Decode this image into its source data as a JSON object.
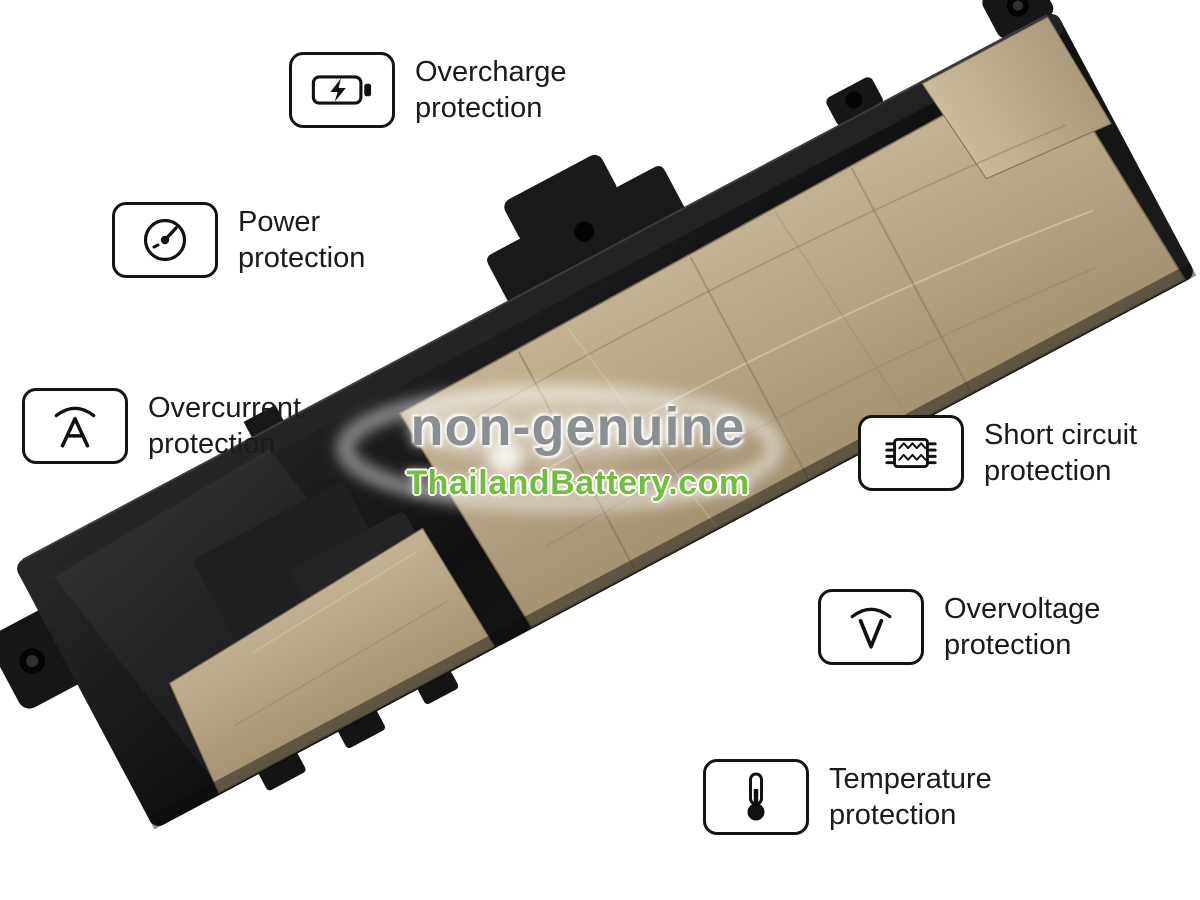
{
  "watermark": {
    "line1": "non-genuine",
    "line2": "ThailandBattery.com"
  },
  "callouts": [
    {
      "id": "overcharge",
      "icon": "overcharge-battery-icon",
      "line1": "Overcharge",
      "line2": "protection"
    },
    {
      "id": "power",
      "icon": "power-gauge-icon",
      "line1": "Power",
      "line2": "protection"
    },
    {
      "id": "overcurrent",
      "icon": "overcurrent-ampere-icon",
      "line1": "Overcurrent",
      "line2": "protection"
    },
    {
      "id": "short-circuit",
      "icon": "short-circuit-chip-icon",
      "line1": "Short circuit",
      "line2": "protection"
    },
    {
      "id": "overvoltage",
      "icon": "overvoltage-volt-icon",
      "line1": "Overvoltage",
      "line2": "protection"
    },
    {
      "id": "temperature",
      "icon": "temperature-thermometer-icon",
      "line1": "Temperature",
      "line2": "protection"
    }
  ],
  "colors": {
    "background": "#ffffff",
    "battery_body": "#161616",
    "tape": "#b2a183",
    "watermark_gray": "#8a8f93",
    "brand_green": "#70bf3c",
    "label_text": "#1b1b1b"
  }
}
